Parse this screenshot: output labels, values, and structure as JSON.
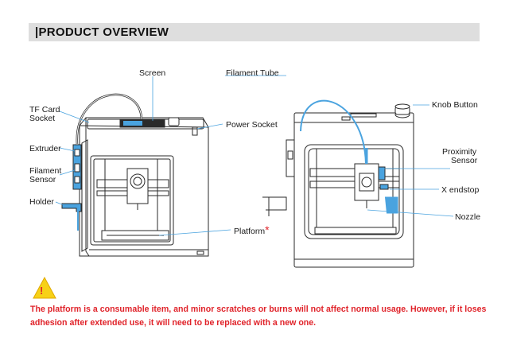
{
  "header": {
    "title": "|PRODUCT OVERVIEW"
  },
  "labels": {
    "screen": "Screen",
    "tf_card_socket_1": "TF Card",
    "tf_card_socket_2": "Socket",
    "extruder": "Extruder",
    "filament_sensor_1": "Filament",
    "filament_sensor_2": "Sensor",
    "holder": "Holder",
    "filament_tube": "Filament Tube",
    "power_socket": "Power Socket",
    "platform": "Platform",
    "platform_star": "*",
    "knob_button": "Knob Button",
    "proximity_sensor_1": "Proximity",
    "proximity_sensor_2": "Sensor",
    "x_endstop": "X endstop",
    "nozzle": "Nozzle"
  },
  "warning": {
    "icon_glyph": "!",
    "text": "The platform is a consumable item, and minor scratches or burns will not affect normal usage. However, if it loses adhesion after extended use, it will need to be replaced with a new one."
  },
  "colors": {
    "header_bg": "#dedede",
    "warning_red": "#e0232a",
    "warning_yellow": "#f7d117",
    "accent_blue": "#4aa3df",
    "line": "#2a2a2a"
  }
}
